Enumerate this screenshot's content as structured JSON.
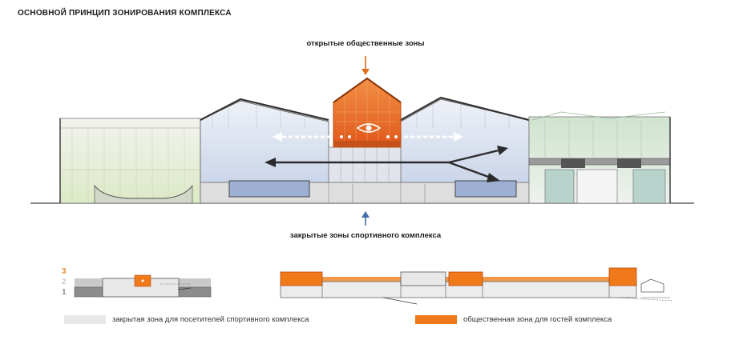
{
  "title": "ОСНОВНОЙ ПРИНЦИП ЗОНИРОВАНИЯ КОМПЛЕКСА",
  "label_top": "открытые общественные зоны",
  "label_bottom": "закрытые зоны спортивного комплекса",
  "levels": [
    "3",
    "2",
    "1"
  ],
  "legend": [
    {
      "text": "закрытая зона для посетителей спортивного комплекса",
      "color": "#e8e8e8"
    },
    {
      "text": "общественная зона для гостей комплекса",
      "color": "#f07a1a"
    }
  ],
  "colors": {
    "accent_orange": "#f07a1a",
    "accent_blue": "#3e6fa8",
    "closed_zone": "#e8e8e8",
    "level3": "#e8892e",
    "level2": "#c9c9c9",
    "level1": "#8c8c8c"
  },
  "icons": [
    "eye-icon",
    "arrow-down-icon",
    "arrow-up-icon"
  ]
}
